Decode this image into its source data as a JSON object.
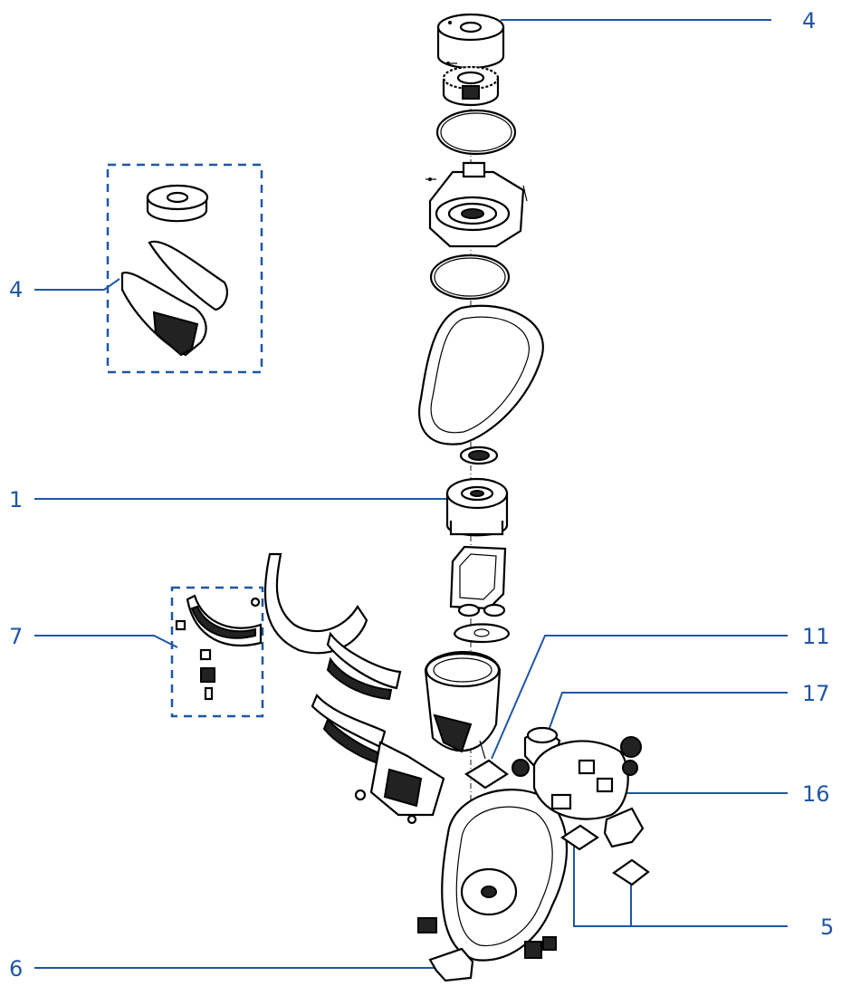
{
  "accent_color": "#1f56a5",
  "callouts": [
    {
      "id": "callout-4-top",
      "text": "4"
    },
    {
      "id": "callout-4-left",
      "text": "4"
    },
    {
      "id": "callout-1",
      "text": "1"
    },
    {
      "id": "callout-7",
      "text": "7"
    },
    {
      "id": "callout-11",
      "text": "11"
    },
    {
      "id": "callout-17",
      "text": "17"
    },
    {
      "id": "callout-16",
      "text": "16"
    },
    {
      "id": "callout-5",
      "text": "5"
    },
    {
      "id": "callout-6",
      "text": "6"
    }
  ]
}
